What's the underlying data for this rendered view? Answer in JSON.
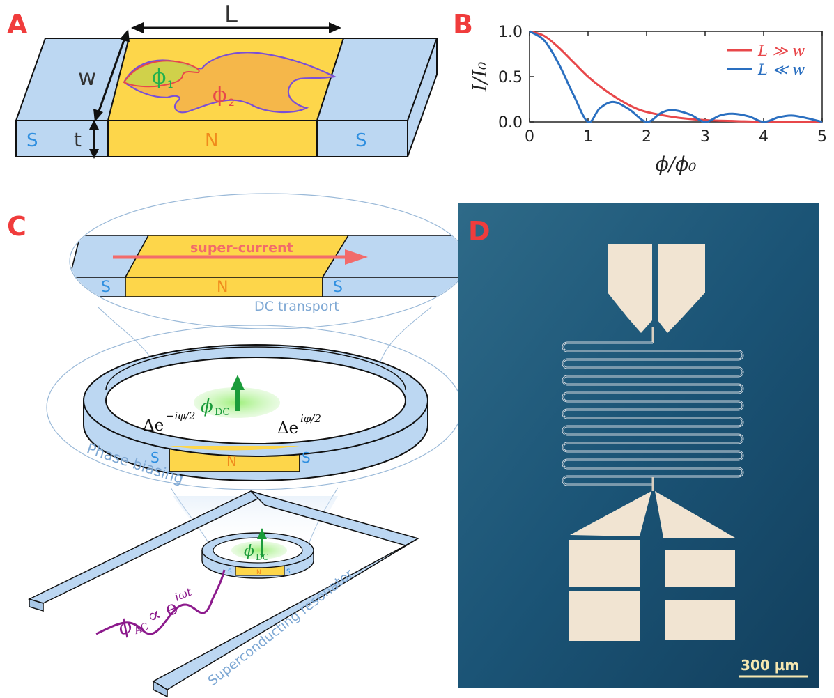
{
  "panels": {
    "a": {
      "letter": "A",
      "L": "L",
      "w": "w",
      "t": "t",
      "phi1": "ϕ",
      "phi1_sub": "1",
      "phi2": "ϕ",
      "phi2_sub": "2",
      "S_left": "S",
      "N": "N",
      "S_right": "S"
    },
    "b": {
      "letter": "B",
      "ylabel": "I/I₀",
      "xlabel": "ϕ/ϕ₀",
      "legend_red": "L ≫ w",
      "legend_blue": "L ≪ w"
    },
    "c": {
      "letter": "C",
      "supercurrent": "super-current",
      "S_left": "S",
      "N": "N",
      "S_right": "S",
      "dc_transport": "DC transport",
      "phi_dc": "ϕ",
      "phi_dc_sub": "DC",
      "delta_left": "Δe",
      "delta_left_exp": "−iφ/2",
      "delta_right": "Δe",
      "delta_right_exp": "iφ/2",
      "ring_S_left": "S",
      "ring_N": "N",
      "ring_S_right": "S",
      "phase_biasing": "Phase biasing",
      "small_phi_dc": "ϕ",
      "small_phi_dc_sub": "DC",
      "small_S_left": "S",
      "small_N": "N",
      "small_S_right": "S",
      "phi_ac": "ϕ",
      "phi_ac_sub": "AC",
      "phi_ac_rel": "∝ e",
      "phi_ac_exp": "iωt",
      "resonator": "Superconducting resonator"
    },
    "d": {
      "letter": "D",
      "scalebar": "300 µm"
    }
  },
  "colors": {
    "letter": "#f03c3c",
    "superconductor": "#bcd7f2",
    "normal": "#fdd64a",
    "red_curve": "#e8474a",
    "blue_curve": "#2a6fc0",
    "green": "#22b14c",
    "purple": "#8c1a8c",
    "chip_bg": "#1d5170",
    "metal": "#f1e4d2"
  },
  "chart_data": {
    "type": "line",
    "xlabel": "ϕ/ϕ₀",
    "ylabel": "I/I₀",
    "xlim": [
      0,
      5
    ],
    "ylim": [
      0,
      1.0
    ],
    "xticks": [
      0,
      1,
      2,
      3,
      4,
      5
    ],
    "yticks": [
      0.0,
      0.5,
      1.0
    ],
    "grid": false,
    "legend_position": "top-right",
    "series": [
      {
        "name": "L ≫ w",
        "color": "#e8474a",
        "x": [
          0,
          0.25,
          0.5,
          0.75,
          1.0,
          1.25,
          1.5,
          1.75,
          2.0,
          2.5,
          3.0,
          3.5,
          4.0,
          4.5,
          5.0
        ],
        "y": [
          1.0,
          0.95,
          0.82,
          0.66,
          0.5,
          0.37,
          0.26,
          0.17,
          0.11,
          0.05,
          0.02,
          0.01,
          0.0,
          0.0,
          0.0
        ]
      },
      {
        "name": "L ≪ w",
        "color": "#2a6fc0",
        "x": [
          0,
          0.25,
          0.5,
          0.75,
          1.0,
          1.2,
          1.43,
          1.7,
          2.0,
          2.25,
          2.46,
          2.75,
          3.0,
          3.25,
          3.47,
          3.75,
          4.0,
          4.25,
          4.48,
          4.75,
          5.0
        ],
        "y": [
          1.0,
          0.9,
          0.64,
          0.3,
          0.0,
          0.15,
          0.22,
          0.14,
          0.0,
          0.1,
          0.13,
          0.08,
          0.0,
          0.07,
          0.09,
          0.06,
          0.0,
          0.05,
          0.07,
          0.04,
          0.0
        ]
      }
    ]
  }
}
